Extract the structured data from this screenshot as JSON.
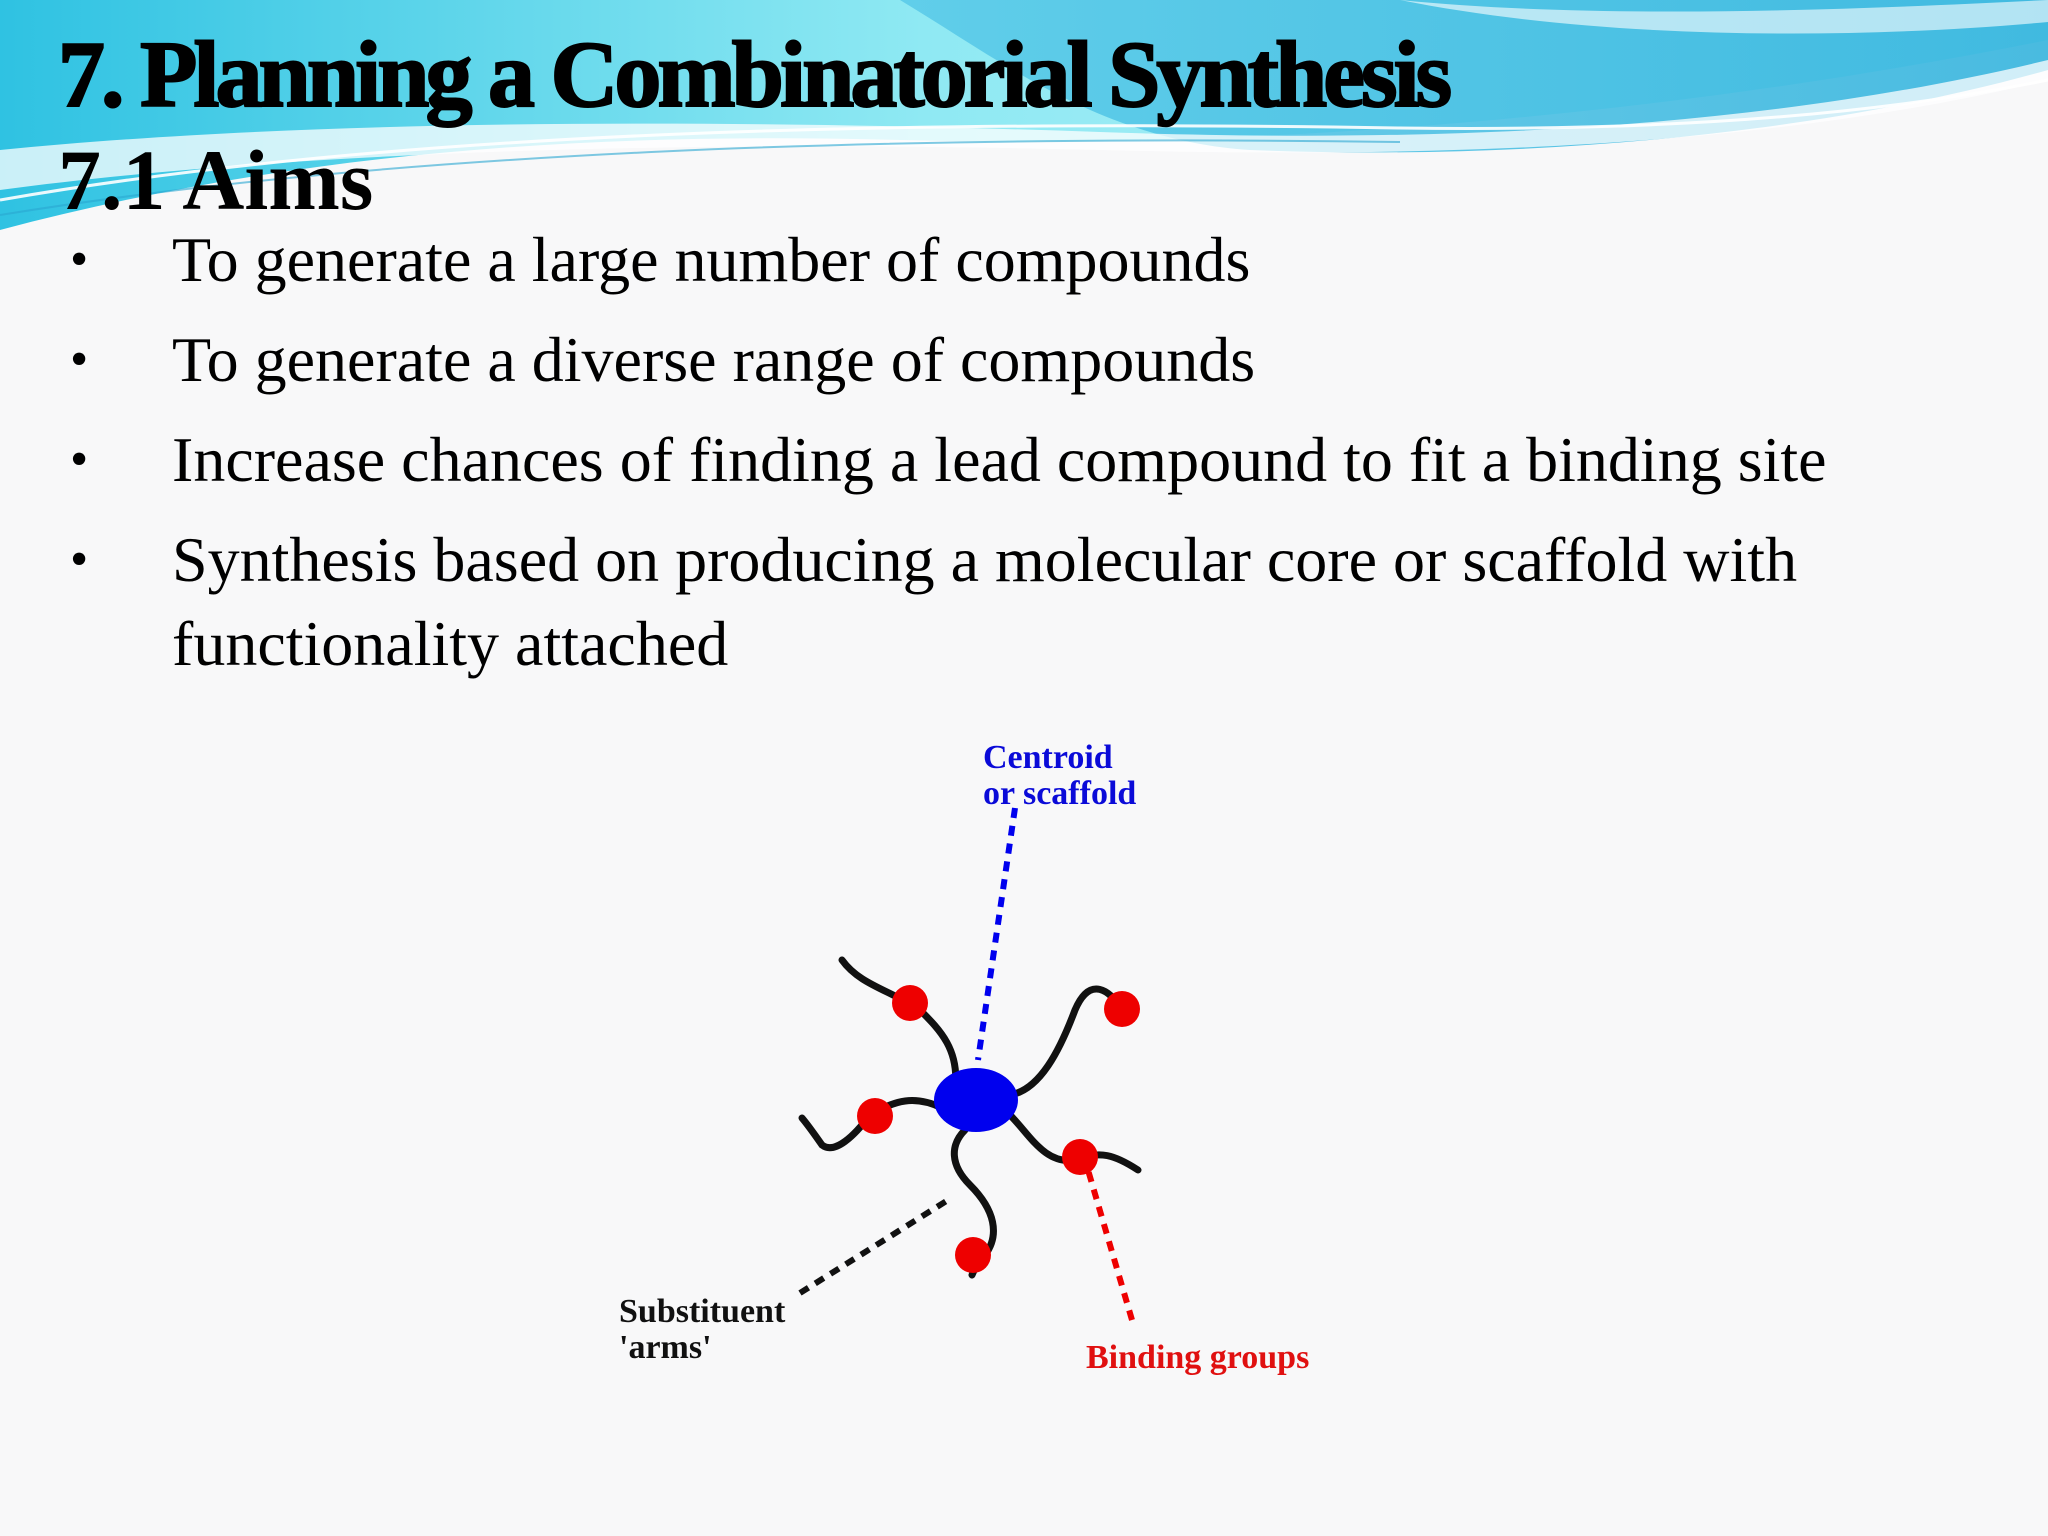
{
  "slide": {
    "title": "7. Planning a Combinatorial Synthesis",
    "subtitle": "7.1 Aims",
    "bullet_char": "•",
    "bullets": [
      "To generate a large number of compounds",
      "To generate a diverse range of compounds",
      "Increase chances of finding a lead compound to fit a binding site",
      "Synthesis based on producing a molecular core or scaffold with functionality attached"
    ]
  },
  "diagram": {
    "labels": {
      "centroid": "Centroid\nor scaffold",
      "arms": "Substituent\n'arms'",
      "binding": "Binding groups"
    },
    "colors": {
      "scaffold": "#0000ee",
      "binding_group": "#ee0000",
      "arm": "#111111",
      "centroid_label": "#0a0ad8",
      "binding_label": "#e01010"
    }
  },
  "theme": {
    "banner_colors": [
      "#3ec9e6",
      "#8ee6f2",
      "#1aa7d6",
      "#ffffff"
    ]
  }
}
